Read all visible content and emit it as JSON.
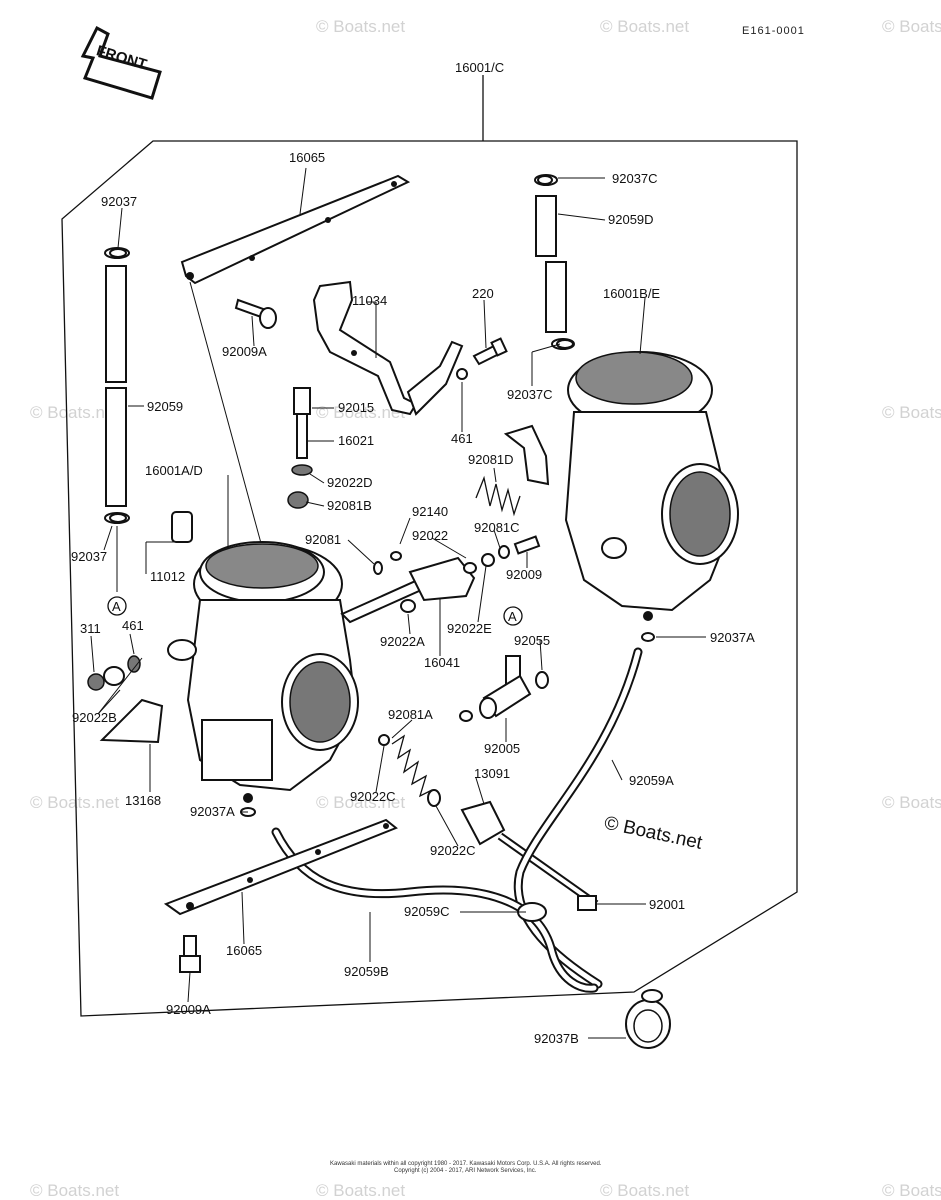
{
  "diagram_code": "E161-0001",
  "front_label": "FRONT",
  "watermark_text": "© Boats.net",
  "footer_lines": [
    "Kawasaki materials within all copyright 1980 - 2017. Kawasaki Motors Corp. U.S.A. All rights reserved.",
    "Copyright (c) 2004 - 2017, ARI Network Services, Inc."
  ],
  "colors": {
    "ink": "#111111",
    "watermark": "#d2d2d2",
    "background": "#ffffff"
  },
  "icons": [
    "front-arrow-icon",
    "circle-a-marker-icon"
  ],
  "callout_marker": "A",
  "parts": [
    {
      "id": "p01",
      "label": "16001/C"
    },
    {
      "id": "p02",
      "label": "16065"
    },
    {
      "id": "p03",
      "label": "92037"
    },
    {
      "id": "p04",
      "label": "92037C"
    },
    {
      "id": "p05",
      "label": "92059D"
    },
    {
      "id": "p06",
      "label": "16001B/E"
    },
    {
      "id": "p07",
      "label": "11034"
    },
    {
      "id": "p08",
      "label": "220"
    },
    {
      "id": "p09",
      "label": "92009A"
    },
    {
      "id": "p10",
      "label": "92037C"
    },
    {
      "id": "p11",
      "label": "92059"
    },
    {
      "id": "p12",
      "label": "92015"
    },
    {
      "id": "p13",
      "label": "16021"
    },
    {
      "id": "p14",
      "label": "461"
    },
    {
      "id": "p15",
      "label": "92081D"
    },
    {
      "id": "p16",
      "label": "92022D"
    },
    {
      "id": "p17",
      "label": "16001A/D"
    },
    {
      "id": "p18",
      "label": "92081B"
    },
    {
      "id": "p19",
      "label": "92140"
    },
    {
      "id": "p20",
      "label": "92022"
    },
    {
      "id": "p21",
      "label": "92081C"
    },
    {
      "id": "p22",
      "label": "92081"
    },
    {
      "id": "p23",
      "label": "92037"
    },
    {
      "id": "p24",
      "label": "11012"
    },
    {
      "id": "p25",
      "label": "92009"
    },
    {
      "id": "p26",
      "label": "311"
    },
    {
      "id": "p27",
      "label": "461"
    },
    {
      "id": "p28",
      "label": "92037A"
    },
    {
      "id": "p29",
      "label": "92022A"
    },
    {
      "id": "p30",
      "label": "92022E"
    },
    {
      "id": "p31",
      "label": "92055"
    },
    {
      "id": "p32",
      "label": "16041"
    },
    {
      "id": "p33",
      "label": "92022B"
    },
    {
      "id": "p34",
      "label": "92081A"
    },
    {
      "id": "p35",
      "label": "92005"
    },
    {
      "id": "p36",
      "label": "13091"
    },
    {
      "id": "p37",
      "label": "13168"
    },
    {
      "id": "p38",
      "label": "92059A"
    },
    {
      "id": "p39",
      "label": "92022C"
    },
    {
      "id": "p40",
      "label": "92037A"
    },
    {
      "id": "p41",
      "label": "92022C"
    },
    {
      "id": "p42",
      "label": "92001"
    },
    {
      "id": "p43",
      "label": "92059C"
    },
    {
      "id": "p44",
      "label": "16065"
    },
    {
      "id": "p45",
      "label": "92059B"
    },
    {
      "id": "p46",
      "label": "92009A"
    },
    {
      "id": "p47",
      "label": "92037B"
    }
  ]
}
